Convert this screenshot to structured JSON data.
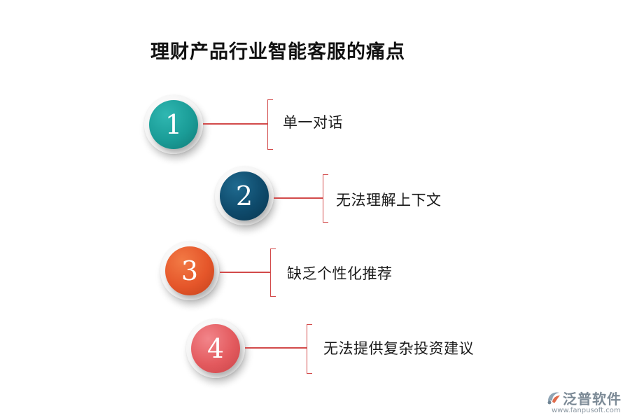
{
  "title": "理财产品行业智能客服的痛点",
  "items": [
    {
      "number": "1",
      "label": "单一对话",
      "color": "#1a9c97"
    },
    {
      "number": "2",
      "label": "无法理解上下文",
      "color": "#0e4a6b"
    },
    {
      "number": "3",
      "label": "缺乏个性化推荐",
      "color": "#e5562a"
    },
    {
      "number": "4",
      "label": "无法提供复杂投资建议",
      "color": "#e35a5e"
    }
  ],
  "logo": {
    "name": "泛普软件",
    "url": "www.fanpusoft.com",
    "icon": "fanpu-logo-icon"
  }
}
